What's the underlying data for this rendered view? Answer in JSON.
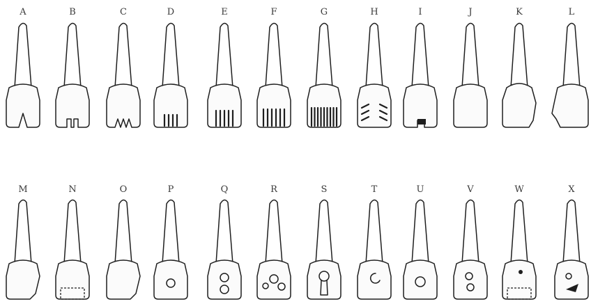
{
  "plate": {
    "rows": [
      {
        "specimens": [
          {
            "label": "A",
            "mod": "notch-v"
          },
          {
            "label": "B",
            "mod": "notch-u"
          },
          {
            "label": "C",
            "mod": "notch-w"
          },
          {
            "label": "D",
            "mod": "grooves-4"
          },
          {
            "label": "E",
            "mod": "grooves-5-dark"
          },
          {
            "label": "F",
            "mod": "grooves-6"
          },
          {
            "label": "G",
            "mod": "grooves-9-dark"
          },
          {
            "label": "H",
            "mod": "chevrons"
          },
          {
            "label": "I",
            "mod": "notch-corner"
          },
          {
            "label": "J",
            "mod": "none"
          },
          {
            "label": "K",
            "mod": "shoulders"
          },
          {
            "label": "L",
            "mod": "side-notch"
          }
        ]
      },
      {
        "specimens": [
          {
            "label": "M",
            "mod": "side-chip"
          },
          {
            "label": "N",
            "mod": "filed-missing"
          },
          {
            "label": "O",
            "mod": "side-chip-small"
          },
          {
            "label": "P",
            "mod": "inlay-1"
          },
          {
            "label": "Q",
            "mod": "inlay-2"
          },
          {
            "label": "R",
            "mod": "inlay-3"
          },
          {
            "label": "S",
            "mod": "inlay-keyhole"
          },
          {
            "label": "T",
            "mod": "inlay-edge"
          },
          {
            "label": "U",
            "mod": "inlay-1-large"
          },
          {
            "label": "V",
            "mod": "inlay-2-cluster"
          },
          {
            "label": "W",
            "mod": "inlay-filed"
          },
          {
            "label": "X",
            "mod": "inlay-notch"
          }
        ]
      }
    ]
  }
}
